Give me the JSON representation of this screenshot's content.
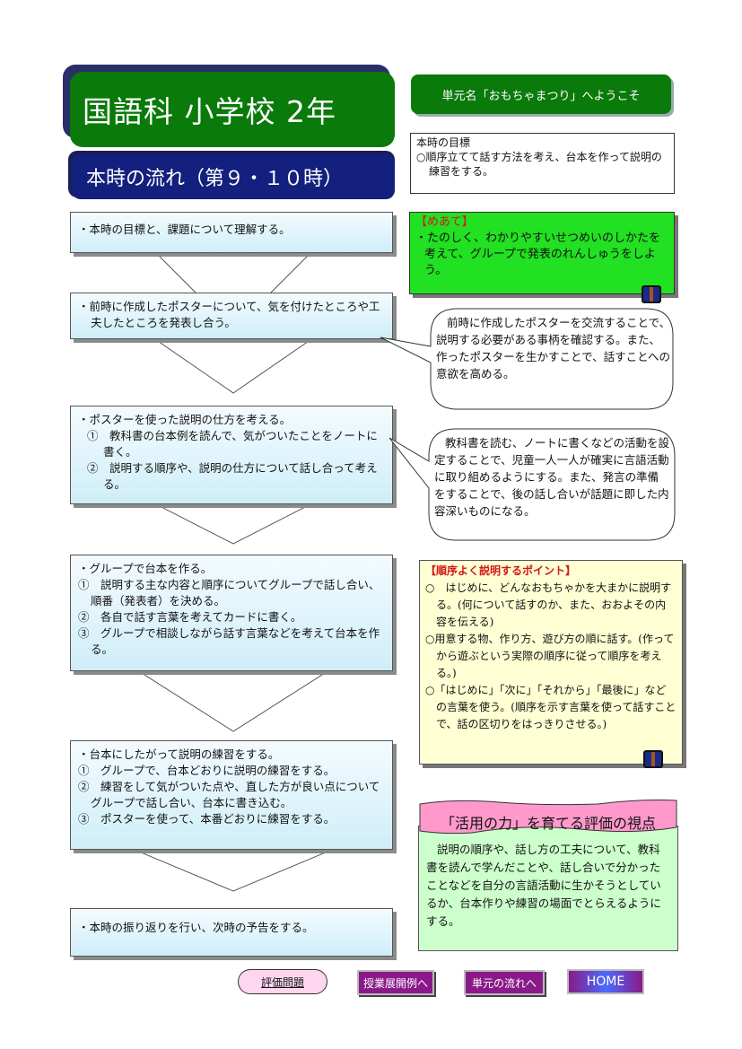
{
  "title": {
    "main": "国語科 小学校 2年",
    "sub": "本時の流れ（第９・１０時）"
  },
  "unit_name": "単元名「おもちゃまつり」へようこそ",
  "goal": {
    "heading": "本時の目標",
    "text": "○順序立てて話す方法を考え、台本を作って説明の練習をする。"
  },
  "flow": [
    {
      "lines": [
        "・本時の目標と、課題について理解する。"
      ]
    },
    {
      "lines": [
        "・前時に作成したポスターについて、気を付けたところや工夫したところを発表し合う。"
      ]
    },
    {
      "lines": [
        "・ポスターを使った説明の仕方を考える。",
        "①　教科書の台本例を読んで、気がついたことをノートに書く。",
        "②　説明する順序や、説明の仕方について話し合って考える。"
      ]
    },
    {
      "lines": [
        "・グループで台本を作る。",
        "①　説明する主な内容と順序についてグループで話し合い、順番（発表者）を決める。",
        "②　各自で話す言葉を考えてカードに書く。",
        "③　グループで相談しながら話す言葉などを考えて台本を作る。"
      ]
    },
    {
      "lines": [
        "・台本にしたがって説明の練習をする。",
        "①　グループで、台本どおりに説明の練習をする。",
        "②　練習をして気がついた点や、直した方が良い点についてグループで話し合い、台本に書き込む。",
        "③　ポスターを使って、本番どおりに練習をする。"
      ]
    },
    {
      "lines": [
        "・本時の振り返りを行い、次時の予告をする。"
      ]
    }
  ],
  "meate": {
    "heading": "【めあて】",
    "text": "・たのしく、わかりやすいせつめいのしかたを考えて、グループで発表のれんしゅうをしよう。"
  },
  "bubbles": [
    "前時に作成したポスターを交流することで、説明する必要がある事柄を確認する。また、作ったポスターを生かすことで、話すことへの意欲を高める。",
    "教科書を読む、ノートに書くなどの活動を設定することで、児童一人一人が確実に言語活動に取り組めるようにする。また、発言の準備をすることで、後の話し合いが話題に即した内容深いものになる。"
  ],
  "points": {
    "heading": "【順序よく説明するポイント】",
    "items": [
      "○　はじめに、どんなおもちゃかを大まかに説明する。(何について話すのか、また、おおよその内容を伝える)",
      "○用意する物、作り方、遊び方の順に話す。(作ってから遊ぶという実際の順序に従って順序を考える。)",
      "○「はじめに」「次に」「それから」「最後に」などの言葉を使う。(順序を示す言葉を使って話すことで、話の区切りをはっきりさせる。)"
    ]
  },
  "evaluation": {
    "heading": "「活用の力」を育てる評価の視点",
    "text": "説明の順序や、話し方の工夫について、教科書を読んで学んだことや、話し合いで分かったことなどを自分の言語活動に生かそうとしているか、台本作りや練習の場面でとらえるようにする。"
  },
  "nav": {
    "evaluation": "評価問題",
    "lesson_examples": "授業展開例へ",
    "unit_flow": "単元の流れへ",
    "home": "HOME"
  },
  "colors": {
    "title_green": "#0a7a0a",
    "subtitle_navy": "#14207e",
    "meate_green": "#22e022",
    "point_yellow": "#ffffd4",
    "eval_green": "#ccffcc",
    "banner_pink": "#ff99cc",
    "nav_purple": "#8a1a8a"
  }
}
